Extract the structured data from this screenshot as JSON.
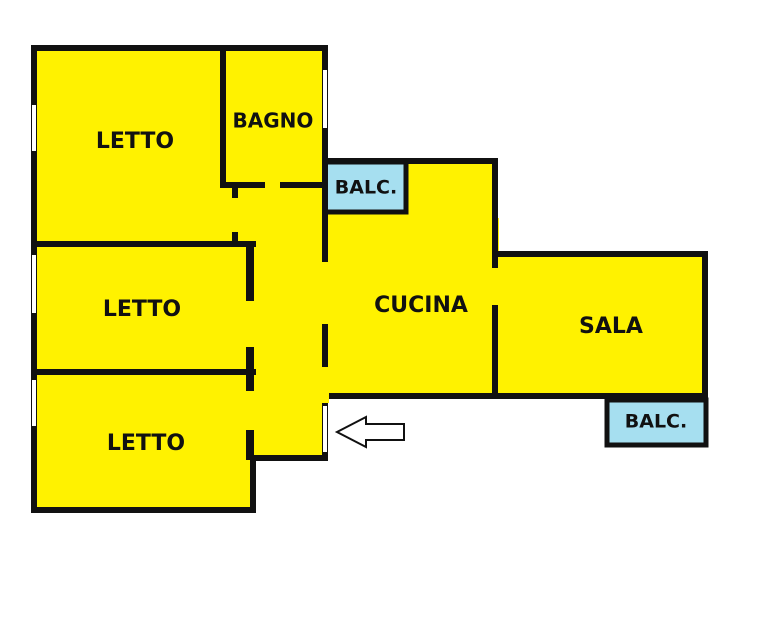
{
  "floor_plan": {
    "colors": {
      "room_fill": "#fff200",
      "balcony_fill": "#a6dff0",
      "wall": "#111111",
      "window": "#ffffff"
    },
    "rooms": [
      {
        "id": "letto_1",
        "label": "LETTO"
      },
      {
        "id": "bagno",
        "label": "BAGNO"
      },
      {
        "id": "letto_2",
        "label": "LETTO"
      },
      {
        "id": "letto_3",
        "label": "LETTO"
      },
      {
        "id": "cucina",
        "label": "CUCINA"
      },
      {
        "id": "sala",
        "label": "SALA"
      },
      {
        "id": "balcone_1",
        "label": "BALC."
      },
      {
        "id": "balcone_2",
        "label": "BALC."
      }
    ],
    "entrance": {
      "icon": "arrow-left-icon"
    }
  }
}
